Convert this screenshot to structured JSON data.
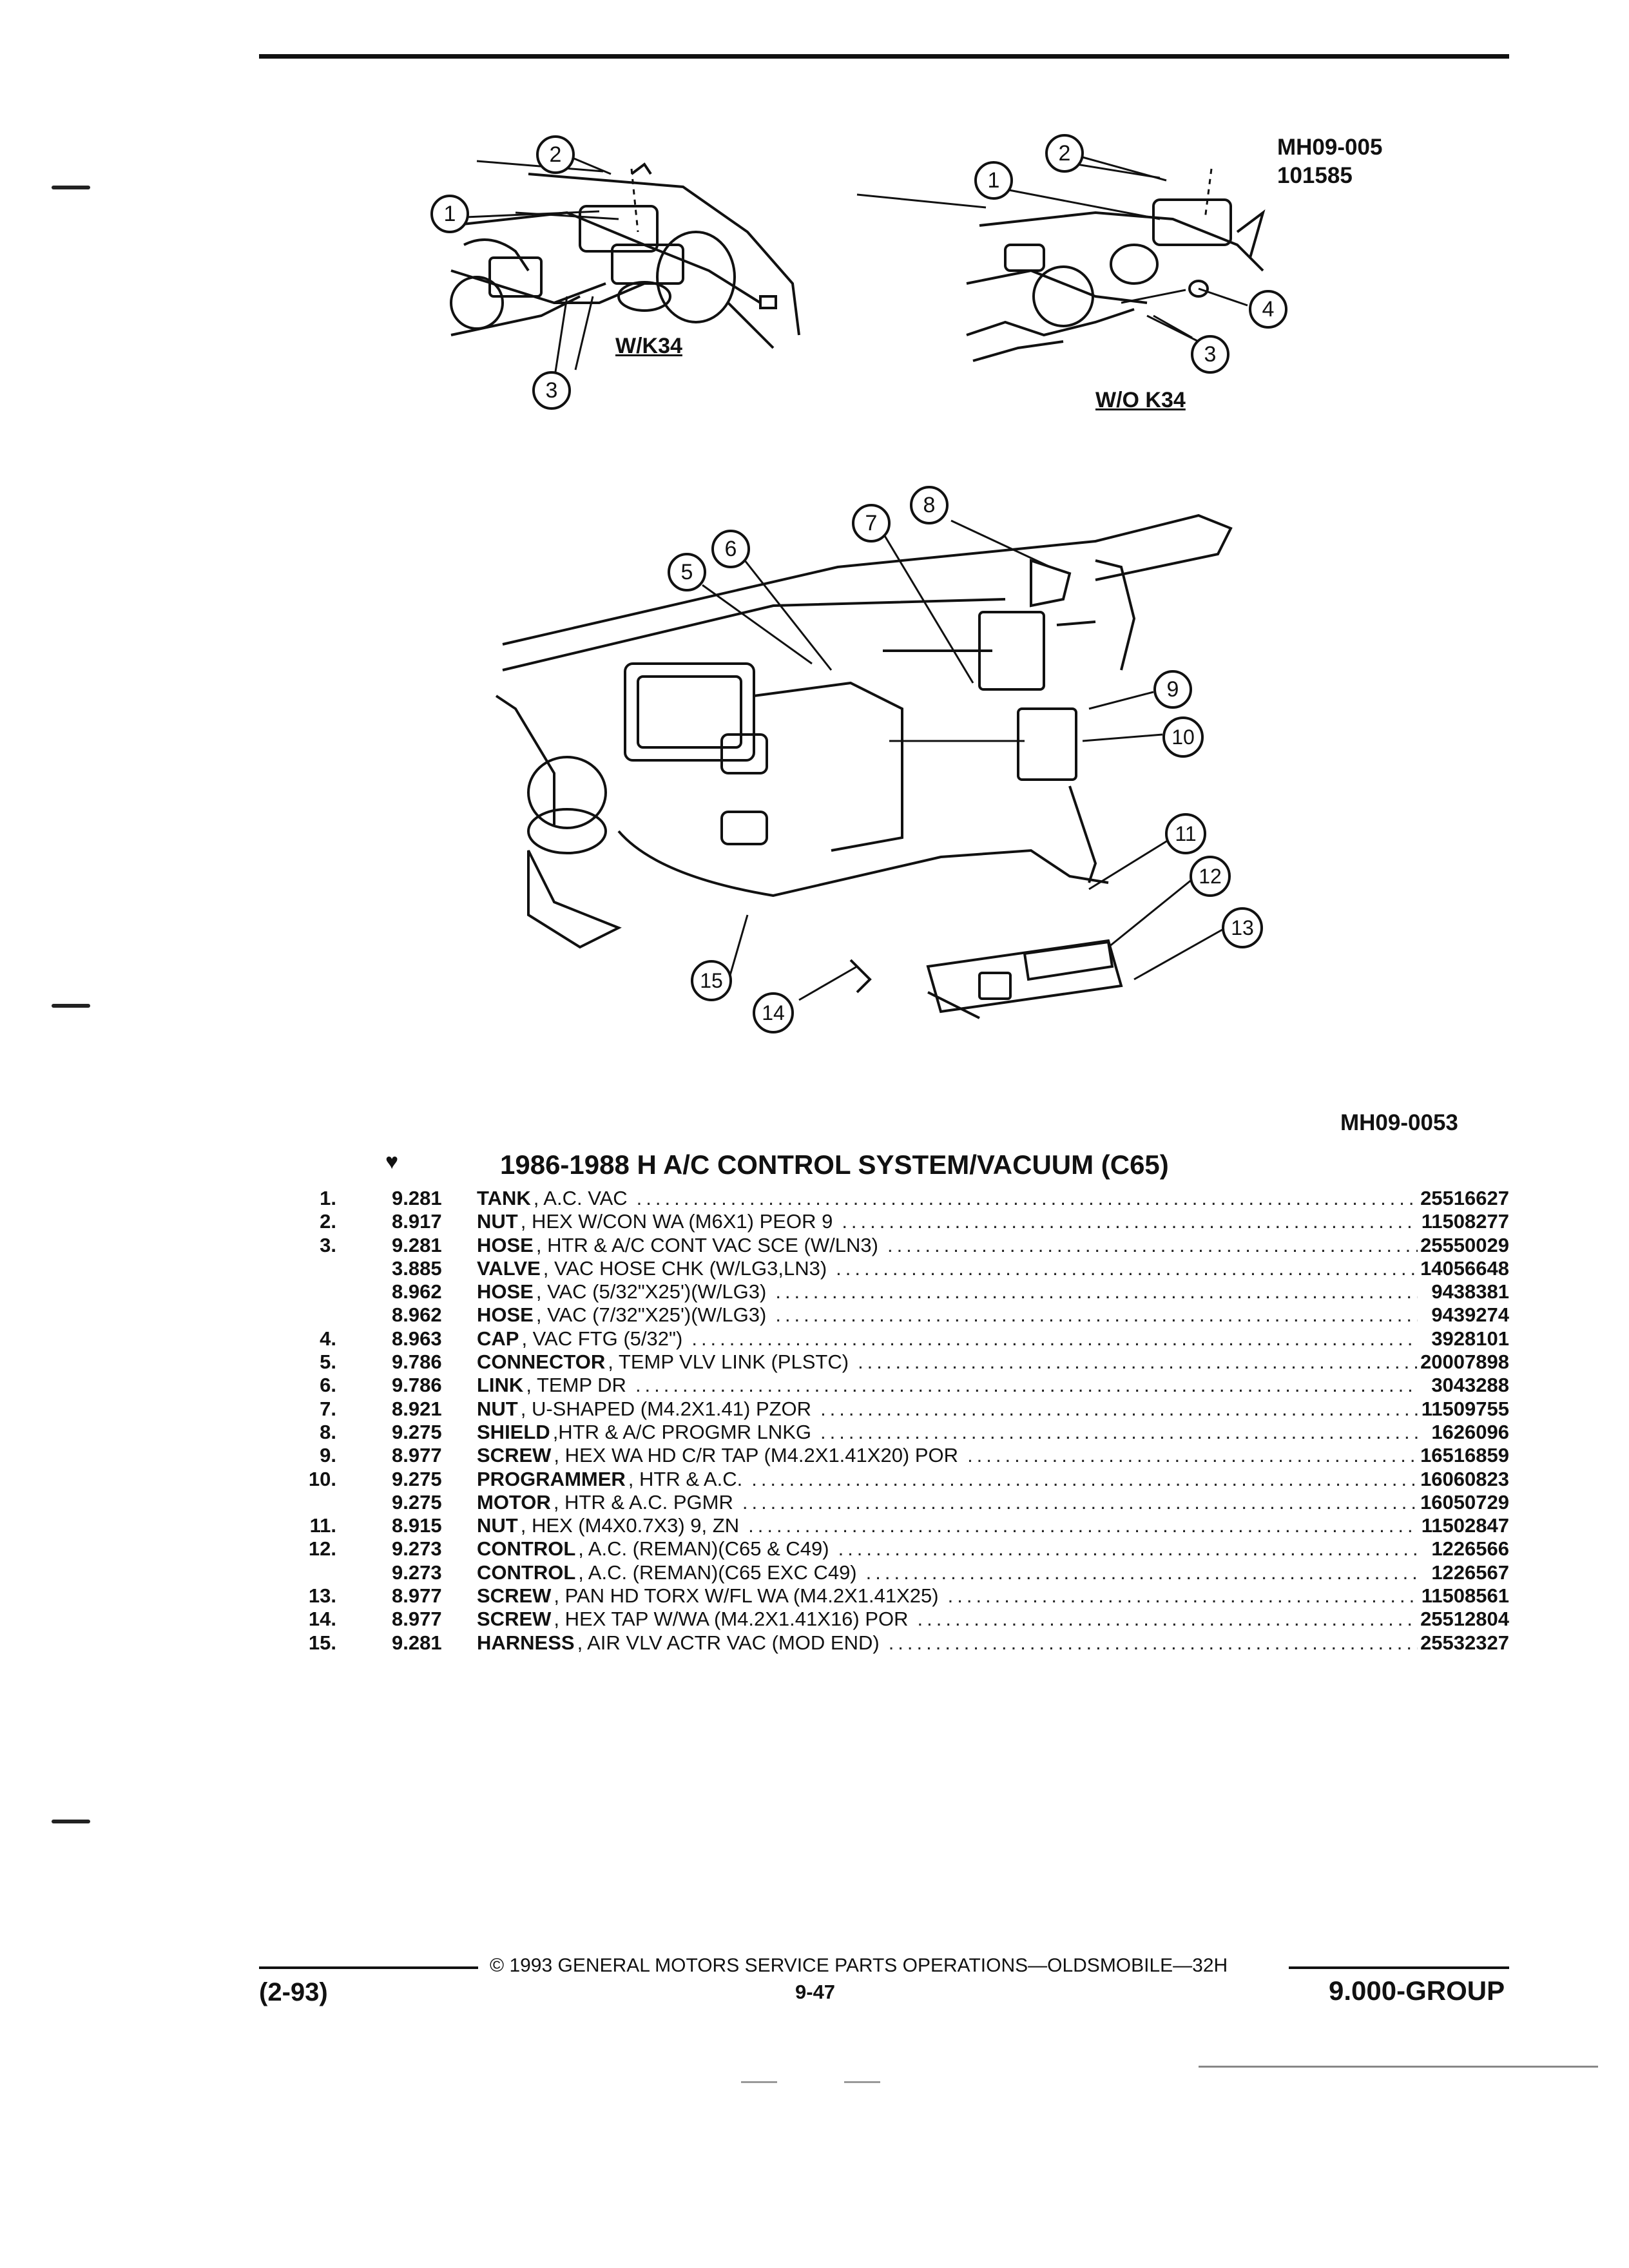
{
  "figure_codes": {
    "upper_right_code": "MH09-005",
    "upper_right_number": "101585",
    "lower_right_code": "MH09-0053"
  },
  "figure_labels": {
    "with_k34": "W/K34",
    "without_k34": "W/O K34"
  },
  "callouts": [
    "1",
    "2",
    "3",
    "4",
    "5",
    "6",
    "7",
    "8",
    "9",
    "10",
    "11",
    "12",
    "13",
    "14",
    "15"
  ],
  "section": {
    "marker": "♥",
    "title": "1986-1988 H A/C CONTROL SYSTEM/VACUUM (C65)"
  },
  "parts": [
    {
      "item": "1.",
      "group": "9.281",
      "name": "TANK",
      "qual": ", A.C. VAC",
      "part_no": "25516627"
    },
    {
      "item": "2.",
      "group": "8.917",
      "name": "NUT",
      "qual": ", HEX W/CON WA (M6X1) PEOR 9",
      "part_no": "11508277"
    },
    {
      "item": "3.",
      "group": "9.281",
      "name": "HOSE",
      "qual": ", HTR & A/C CONT VAC SCE (W/LN3)",
      "part_no": "25550029"
    },
    {
      "item": "",
      "group": "3.885",
      "name": "VALVE",
      "qual": ", VAC HOSE CHK (W/LG3,LN3)",
      "part_no": "14056648"
    },
    {
      "item": "",
      "group": "8.962",
      "name": "HOSE",
      "qual": ", VAC (5/32\"X25')(W/LG3)",
      "part_no": "9438381"
    },
    {
      "item": "",
      "group": "8.962",
      "name": "HOSE",
      "qual": ", VAC (7/32\"X25')(W/LG3)",
      "part_no": "9439274"
    },
    {
      "item": "4.",
      "group": "8.963",
      "name": "CAP",
      "qual": ", VAC FTG (5/32\")",
      "part_no": "3928101"
    },
    {
      "item": "5.",
      "group": "9.786",
      "name": "CONNECTOR",
      "qual": ", TEMP VLV LINK (PLSTC)",
      "part_no": "20007898"
    },
    {
      "item": "6.",
      "group": "9.786",
      "name": "LINK",
      "qual": ", TEMP DR",
      "part_no": "3043288"
    },
    {
      "item": "7.",
      "group": "8.921",
      "name": "NUT",
      "qual": ", U-SHAPED (M4.2X1.41) PZOR",
      "part_no": "11509755"
    },
    {
      "item": "8.",
      "group": "9.275",
      "name": "SHIELD",
      "qual": ",HTR & A/C PROGMR LNKG",
      "part_no": "1626096"
    },
    {
      "item": "9.",
      "group": "8.977",
      "name": "SCREW",
      "qual": ", HEX WA HD C/R TAP (M4.2X1.41X20) POR",
      "part_no": "16516859"
    },
    {
      "item": "10.",
      "group": "9.275",
      "name": "PROGRAMMER",
      "qual": ", HTR & A.C.",
      "part_no": "16060823"
    },
    {
      "item": "",
      "group": "9.275",
      "name": "MOTOR",
      "qual": ", HTR & A.C. PGMR",
      "part_no": "16050729"
    },
    {
      "item": "11.",
      "group": "8.915",
      "name": "NUT",
      "qual": ", HEX (M4X0.7X3) 9, ZN",
      "part_no": "11502847"
    },
    {
      "item": "12.",
      "group": "9.273",
      "name": "CONTROL",
      "qual": ", A.C. (REMAN)(C65 & C49)",
      "part_no": "1226566"
    },
    {
      "item": "",
      "group": "9.273",
      "name": "CONTROL",
      "qual": ", A.C. (REMAN)(C65 EXC C49)",
      "part_no": "1226567"
    },
    {
      "item": "13.",
      "group": "8.977",
      "name": "SCREW",
      "qual": ", PAN HD TORX W/FL WA (M4.2X1.41X25)",
      "part_no": "11508561"
    },
    {
      "item": "14.",
      "group": "8.977",
      "name": "SCREW",
      "qual": ", HEX TAP W/WA (M4.2X1.41X16) POR",
      "part_no": "25512804"
    },
    {
      "item": "15.",
      "group": "9.281",
      "name": "HARNESS",
      "qual": ", AIR VLV ACTR VAC (MOD END)",
      "part_no": "25532327"
    }
  ],
  "footer": {
    "copyright": "© 1993 GENERAL MOTORS SERVICE PARTS OPERATIONS—OLDSMOBILE—32H",
    "date": "(2-93)",
    "page": "9-47",
    "group": "9.000-GROUP"
  }
}
